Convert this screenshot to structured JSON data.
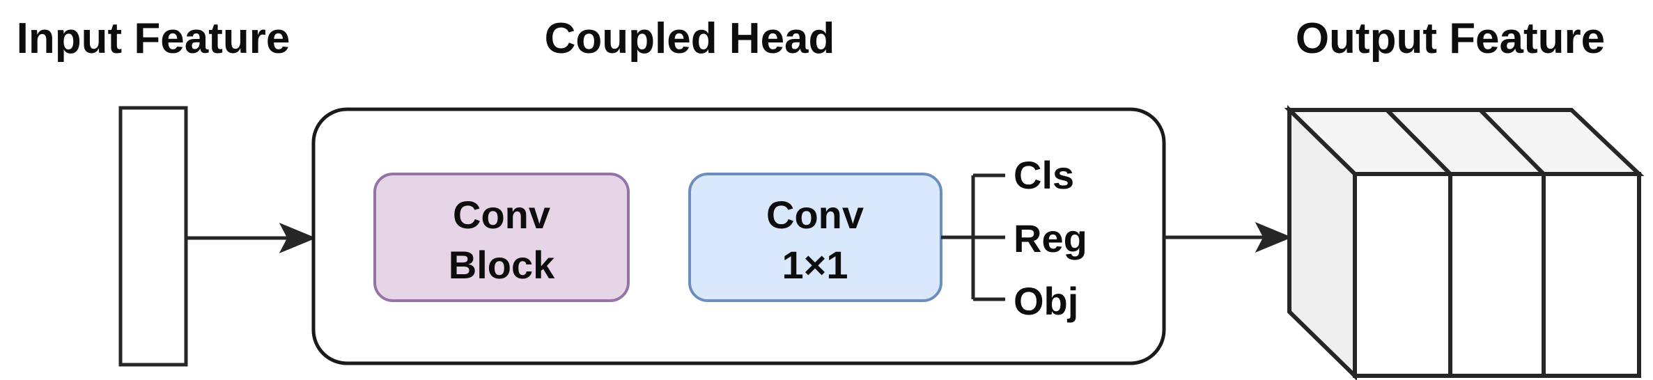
{
  "labels": {
    "input_feature": "Input Feature",
    "coupled_head": "Coupled Head",
    "output_feature": "Output Feature"
  },
  "nodes": {
    "conv_block": {
      "line1": "Conv",
      "line2": "Block"
    },
    "conv_1x1": {
      "line1": "Conv",
      "line2": "1×1"
    }
  },
  "branches": {
    "cls": "Cls",
    "reg": "Reg",
    "obj": "Obj"
  },
  "colors": {
    "background": "#ffffff",
    "line": "#262626",
    "container_stroke": "#1a1a1a",
    "conv_block_fill": "#E6D5E7",
    "conv_block_stroke": "#9673A6",
    "conv_1x1_fill": "#DAE8FC",
    "conv_1x1_stroke": "#6C8EBF",
    "cuboid_top_fill": "#F5F5F5",
    "cuboid_side_fill": "#EFEFEF",
    "cuboid_front_fill": "#FFFFFF"
  }
}
